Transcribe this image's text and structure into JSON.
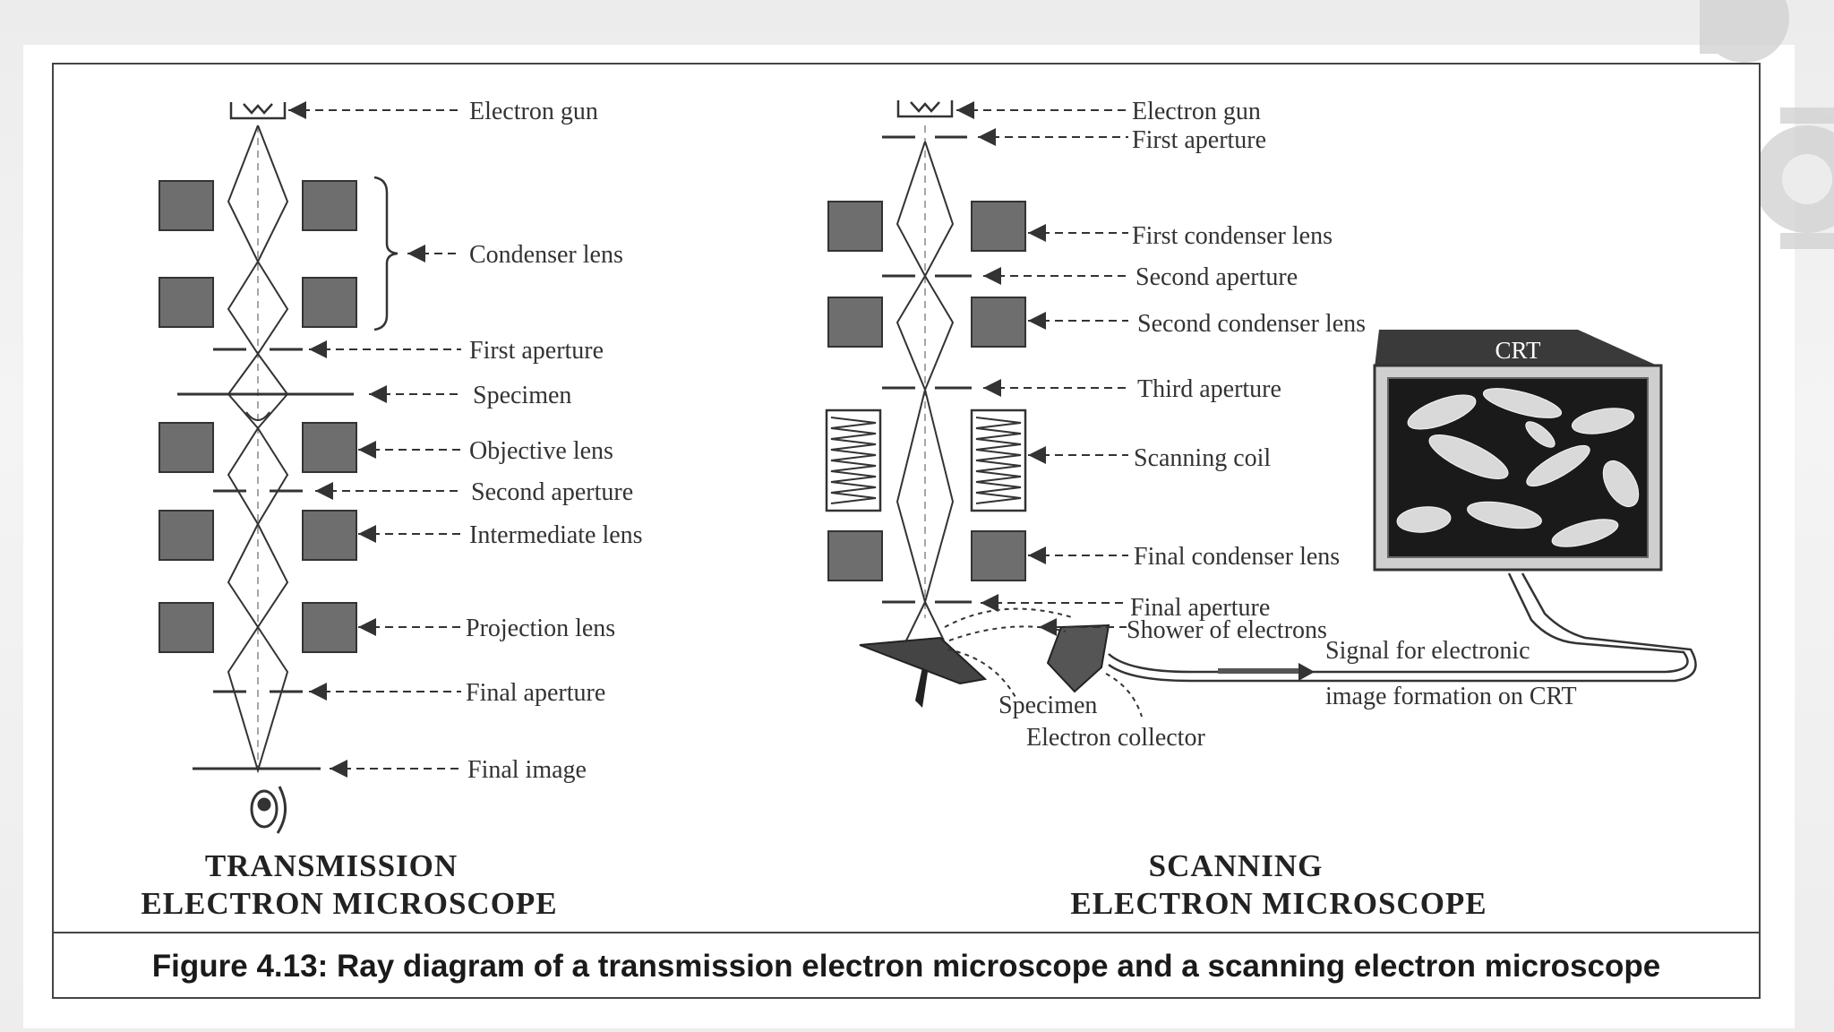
{
  "tem": {
    "labels": {
      "electron_gun": "Electron gun",
      "condenser_lens": "Condenser lens",
      "first_aperture": "First aperture",
      "specimen": "Specimen",
      "objective_lens": "Objective lens",
      "second_aperture": "Second aperture",
      "intermediate_lens": "Intermediate lens",
      "projection_lens": "Projection lens",
      "final_aperture": "Final aperture",
      "final_image": "Final image"
    },
    "title_line1": "TRANSMISSION",
    "title_line2": "ELECTRON MICROSCOPE"
  },
  "sem": {
    "labels": {
      "electron_gun": "Electron gun",
      "first_aperture": "First aperture",
      "first_condenser_lens": "First condenser lens",
      "second_aperture": "Second aperture",
      "second_condenser_lens": "Second condenser lens",
      "third_aperture": "Third aperture",
      "scanning_coil": "Scanning coil",
      "final_condenser_lens": "Final condenser lens",
      "final_aperture": "Final aperture",
      "shower_of_electrons": "Shower of electrons",
      "signal_line1": "Signal for electronic",
      "signal_line2": "image formation on CRT",
      "specimen": "Specimen",
      "electron_collector": "Electron collector",
      "crt": "CRT"
    },
    "title_line1": "SCANNING",
    "title_line2": "ELECTRON MICROSCOPE"
  },
  "caption": "Figure 4.13: Ray diagram of a transmission electron microscope and a scanning electron microscope",
  "colors": {
    "lens_fill": "#6e6e6e",
    "line": "#333333",
    "frame": "#444444",
    "background": "#ededed"
  }
}
